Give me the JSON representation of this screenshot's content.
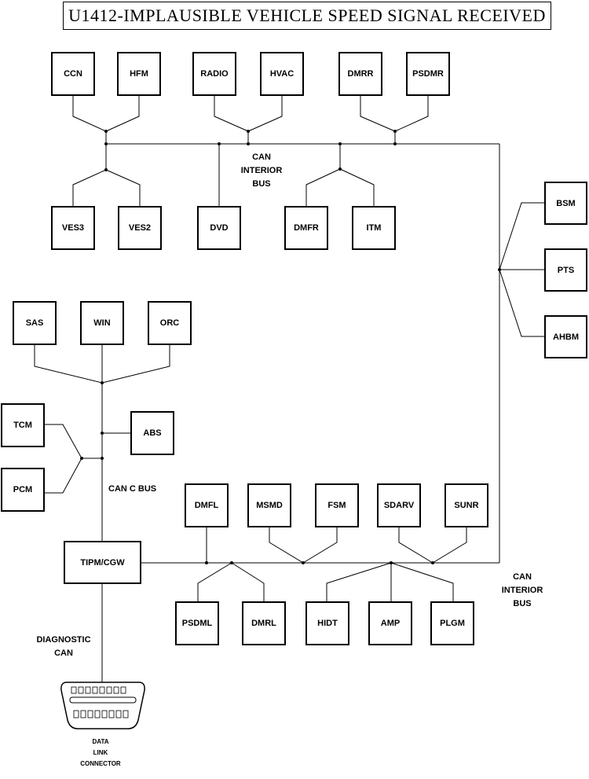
{
  "title": "U1412-IMPLAUSIBLE VEHICLE SPEED SIGNAL RECEIVED",
  "modules": {
    "ccn": "CCN",
    "hfm": "HFM",
    "radio": "RADIO",
    "hvac": "HVAC",
    "dmrr": "DMRR",
    "psdmr": "PSDMR",
    "ves3": "VES3",
    "ves2": "VES2",
    "dvd": "DVD",
    "dmfr": "DMFR",
    "itm": "ITM",
    "bsm": "BSM",
    "pts": "PTS",
    "ahbm": "AHBM",
    "sas": "SAS",
    "win": "WIN",
    "orc": "ORC",
    "tcm": "TCM",
    "pcm": "PCM",
    "abs": "ABS",
    "tipm": "TIPM/CGW",
    "dmfl": "DMFL",
    "msmd": "MSMD",
    "fsm": "FSM",
    "sdarv": "SDARV",
    "sunr": "SUNR",
    "psdml": "PSDML",
    "dmrl": "DMRL",
    "hidt": "HIDT",
    "amp": "AMP",
    "plgm": "PLGM"
  },
  "labels": {
    "can_interior_top": [
      "CAN",
      "INTERIOR",
      "BUS"
    ],
    "can_c": "CAN C BUS",
    "can_interior_bottom": [
      "CAN",
      "INTERIOR",
      "BUS"
    ],
    "diagnostic": [
      "DIAGNOSTIC",
      "CAN"
    ],
    "dlc": [
      "DATA",
      "LINK",
      "CONNECTOR"
    ]
  }
}
